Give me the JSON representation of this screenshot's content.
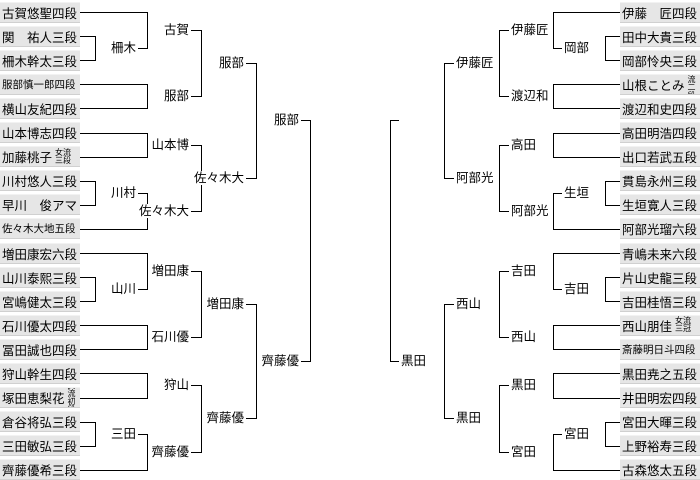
{
  "bracket": {
    "left_players": [
      {
        "name": "古賀悠聖",
        "rank": "四段"
      },
      {
        "name": "関　祐人",
        "rank": "三段"
      },
      {
        "name": "柵木幹太",
        "rank": "三段"
      },
      {
        "name": "服部慎一郎",
        "rank": "四段"
      },
      {
        "name": "横山友紀",
        "rank": "四段"
      },
      {
        "name": "山本博志",
        "rank": "四段"
      },
      {
        "name": "加藤桃子",
        "rank": "女流三段"
      },
      {
        "name": "川村悠人",
        "rank": "三段"
      },
      {
        "name": "早川　俊",
        "rank": "アマ"
      },
      {
        "name": "佐々木大地",
        "rank": "五段"
      },
      {
        "name": "増田康宏",
        "rank": "六段"
      },
      {
        "name": "山川泰熙",
        "rank": "三段"
      },
      {
        "name": "宮嶋健太",
        "rank": "三段"
      },
      {
        "name": "石川優太",
        "rank": "四段"
      },
      {
        "name": "冨田誠也",
        "rank": "四段"
      },
      {
        "name": "狩山幹生",
        "rank": "四段"
      },
      {
        "name": "塚田恵梨花",
        "rank": "女流初段"
      },
      {
        "name": "倉谷将弘",
        "rank": "三段"
      },
      {
        "name": "三田敏弘",
        "rank": "三段"
      },
      {
        "name": "齊藤優希",
        "rank": "三段"
      }
    ],
    "right_players": [
      {
        "name": "伊藤　匠",
        "rank": "四段"
      },
      {
        "name": "田中大貴",
        "rank": "三段"
      },
      {
        "name": "岡部怜央",
        "rank": "三段"
      },
      {
        "name": "山根ことみ",
        "rank": "女流二段"
      },
      {
        "name": "渡辺和史",
        "rank": "四段"
      },
      {
        "name": "高田明浩",
        "rank": "四段"
      },
      {
        "name": "出口若武",
        "rank": "五段"
      },
      {
        "name": "貫島永州",
        "rank": "三段"
      },
      {
        "name": "生垣寛人",
        "rank": "三段"
      },
      {
        "name": "阿部光瑠",
        "rank": "六段"
      },
      {
        "name": "青嶋未来",
        "rank": "六段"
      },
      {
        "name": "片山史龍",
        "rank": "三段"
      },
      {
        "name": "吉田桂悟",
        "rank": "三段"
      },
      {
        "name": "西山朋佳",
        "rank": "女流三冠"
      },
      {
        "name": "斎藤明日斗",
        "rank": "四段"
      },
      {
        "name": "黒田尭之",
        "rank": "五段"
      },
      {
        "name": "井田明宏",
        "rank": "四段"
      },
      {
        "name": "宮田大暉",
        "rank": "三段"
      },
      {
        "name": "上野裕寿",
        "rank": "三段"
      },
      {
        "name": "古森悠太",
        "rank": "五段"
      }
    ],
    "left_winners": [
      "柵木",
      "古賀",
      "服部",
      "山本博",
      "川村",
      "佐々木大",
      "服部",
      "佐々木大",
      "服部",
      "山川",
      "増田康",
      "石川優",
      "狩山",
      "三田",
      "齊藤優",
      "増田康",
      "齊藤優",
      "齊藤優"
    ],
    "right_winners": [
      "岡部",
      "伊藤匠",
      "渡辺和",
      "高田",
      "生垣",
      "阿部光",
      "伊藤匠",
      "阿部光",
      "",
      "吉田",
      "吉田",
      "西山",
      "黒田",
      "宮田",
      "宮田",
      "西山",
      "黒田",
      "黒田"
    ]
  }
}
